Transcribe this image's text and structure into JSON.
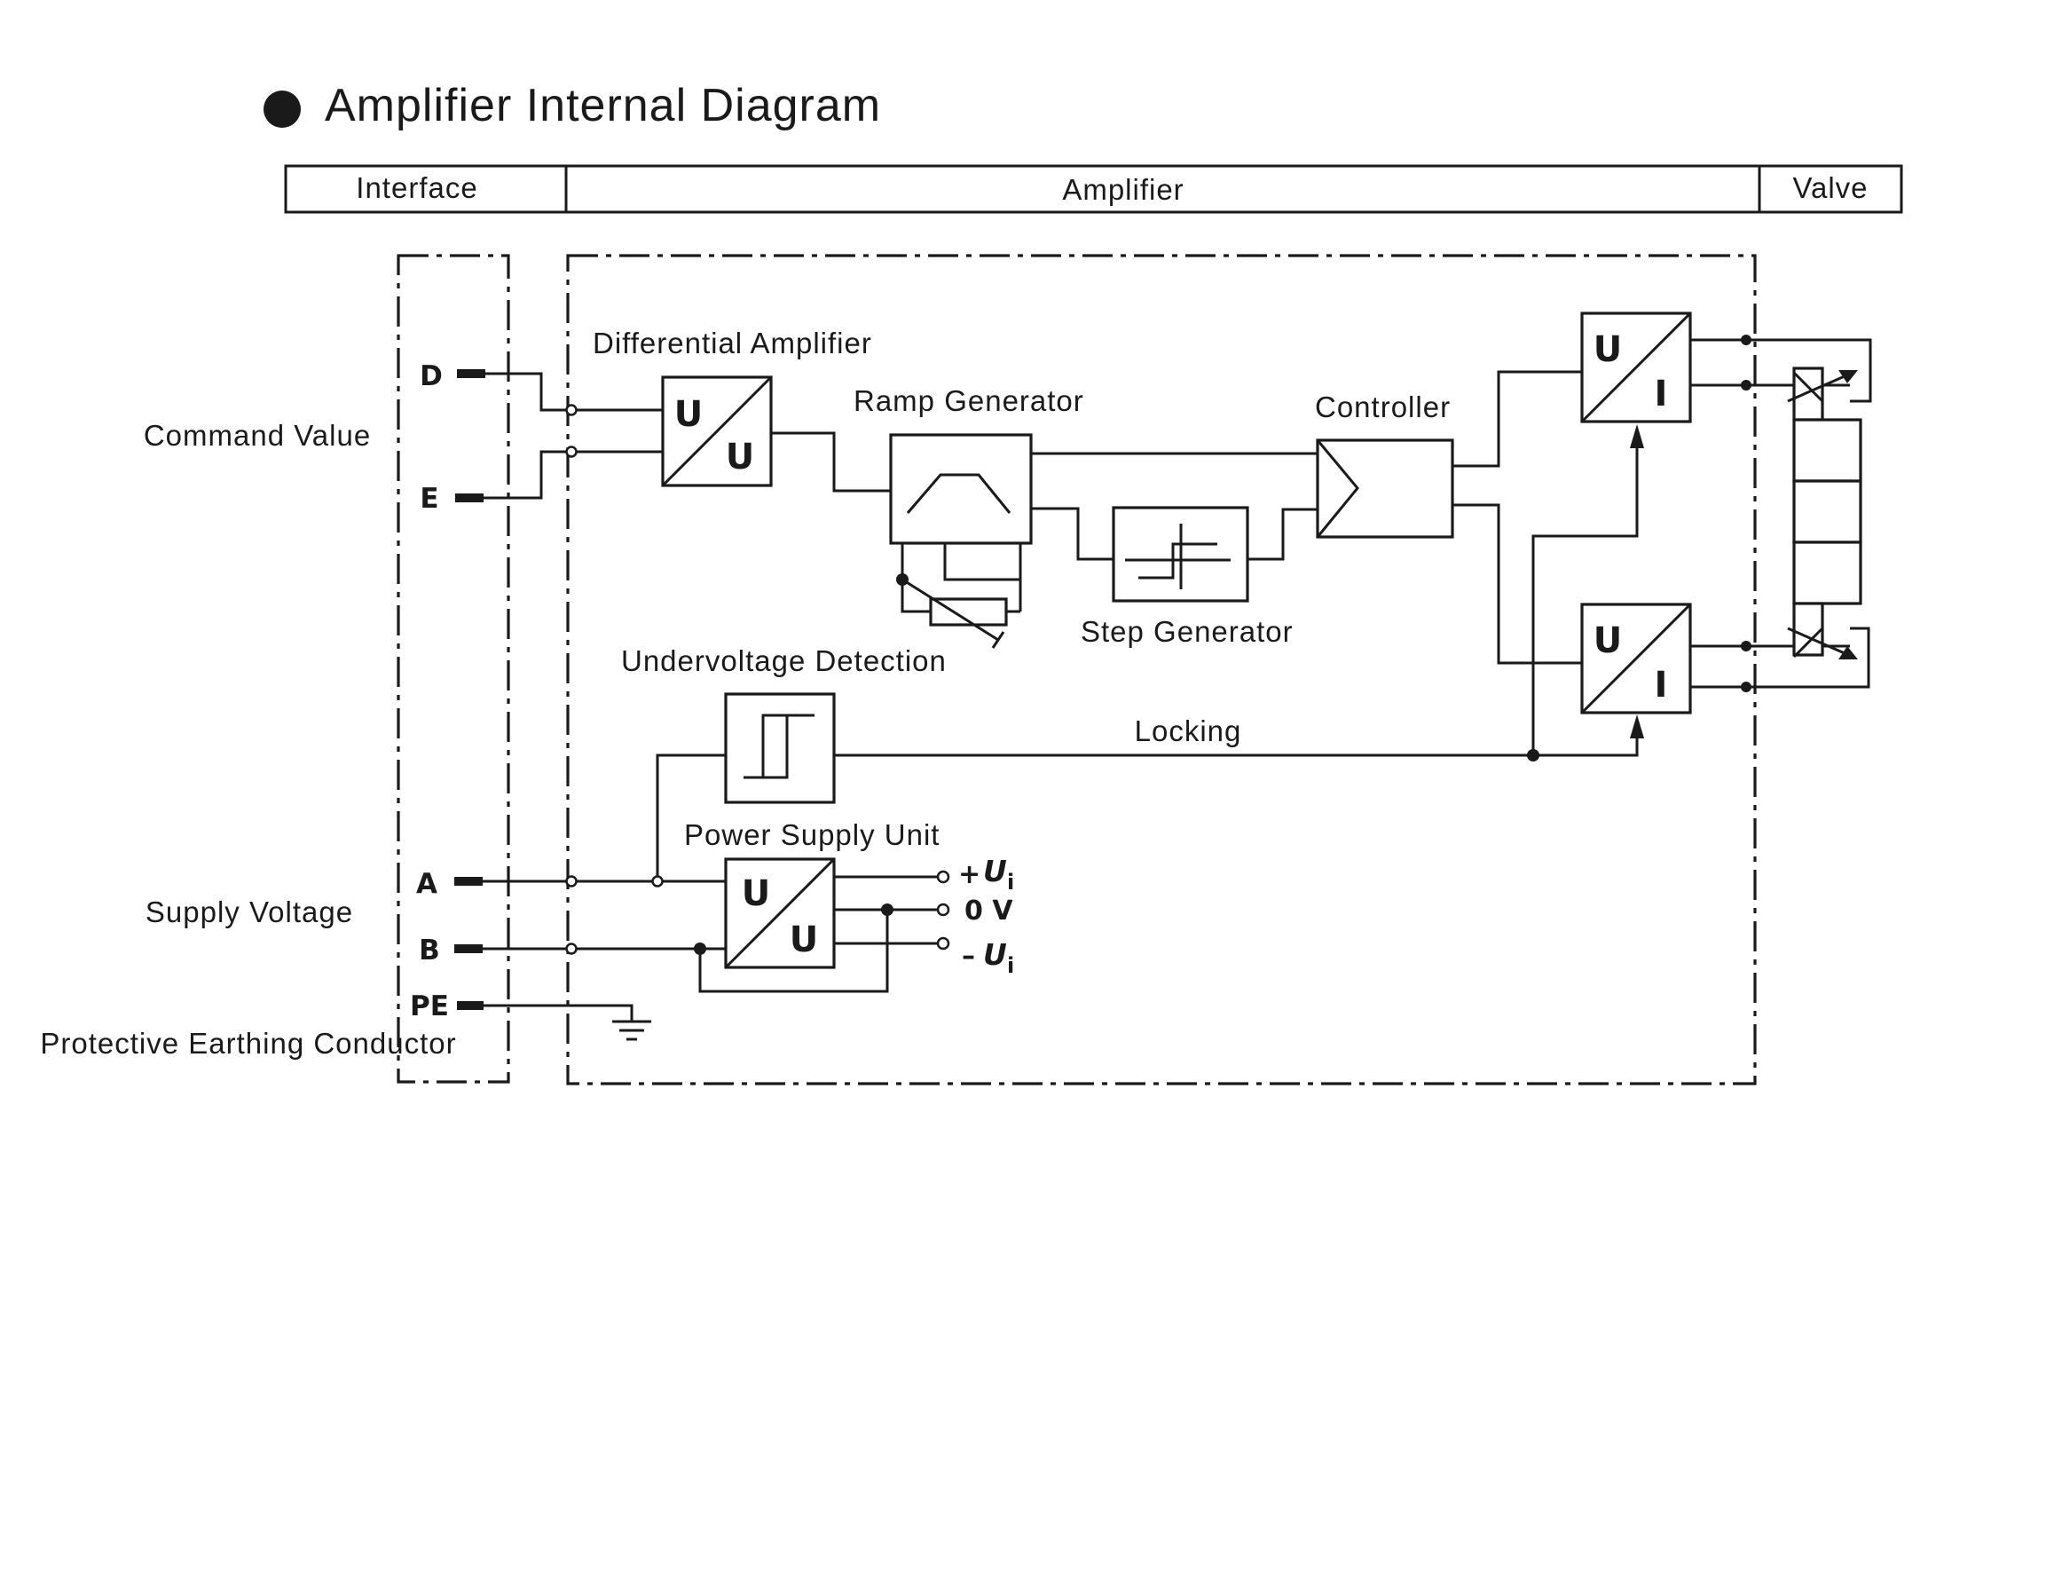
{
  "title": "Amplifier Internal Diagram",
  "header": {
    "interface": "Interface",
    "amplifier": "Amplifier",
    "valve": "Valve"
  },
  "labels": {
    "command_value": "Command Value",
    "supply_voltage": "Supply Voltage",
    "protective_earth": "Protective Earthing Conductor",
    "differential_amplifier": "Differential Amplifier",
    "ramp_generator": "Ramp Generator",
    "step_generator": "Step Generator",
    "controller": "Controller",
    "undervoltage_detection": "Undervoltage Detection",
    "power_supply_unit": "Power Supply Unit",
    "locking": "Locking"
  },
  "terminals": {
    "d": "D",
    "e": "E",
    "a": "A",
    "b": "B",
    "pe": "PE"
  },
  "converters": {
    "diff_in": "U",
    "diff_out": "U",
    "ui_in": "U",
    "ui_out": "I",
    "psu_in": "U",
    "psu_out": "U"
  },
  "outputs": {
    "plus_sign": "+",
    "minus_sign": "–",
    "u_symbol": "U",
    "u_sub": "i",
    "zero_v": "0 V"
  }
}
